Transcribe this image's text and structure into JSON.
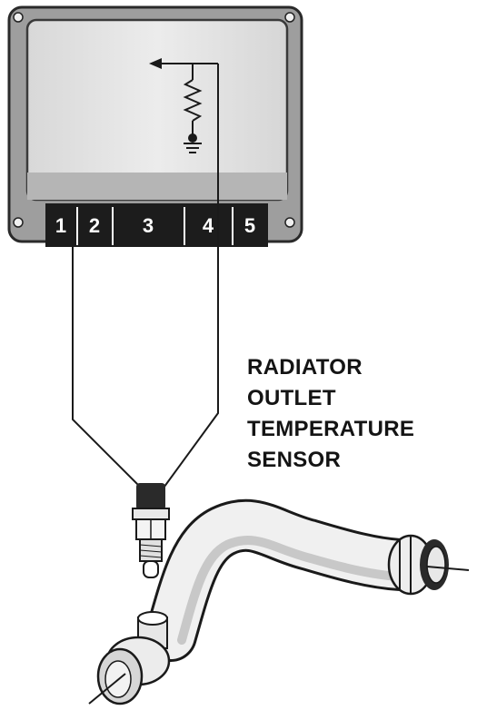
{
  "ecu": {
    "pins": [
      {
        "label": "1"
      },
      {
        "label": "2"
      },
      {
        "label": "3"
      },
      {
        "label": "4"
      },
      {
        "label": "5"
      }
    ]
  },
  "sensor": {
    "caption_lines": [
      "RADIATOR",
      "OUTLET",
      "TEMPERATURE",
      "SENSOR"
    ]
  },
  "colors": {
    "line": "#1a1a1a",
    "connector": "#1c1c1c",
    "housing": "#e2e2e2",
    "housing_shade": "#b9b9b9"
  }
}
